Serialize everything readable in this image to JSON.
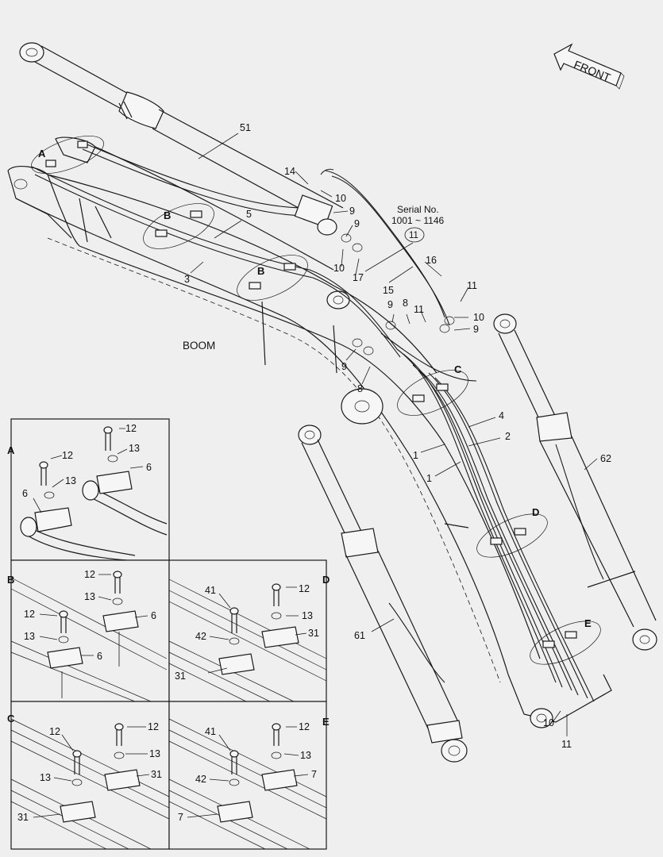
{
  "labels": {
    "boom": "BOOM",
    "front": "FRONT",
    "serial_line1": "Serial No.",
    "serial_line2": "1001 ~ 1146",
    "serial_ref": "11"
  },
  "main_callouts": {
    "c51": "51",
    "c14": "14",
    "c10a": "10",
    "c9a": "9",
    "c9b": "9",
    "c10b": "10",
    "c17": "17",
    "c15": "15",
    "c16": "16",
    "c11a": "11",
    "c9c": "9",
    "c8a": "8",
    "c11b": "11",
    "c10c": "10",
    "c9d": "9",
    "c9e": "9",
    "c8b": "8",
    "c5": "5",
    "c3": "3",
    "c4": "4",
    "c2": "2",
    "c1a": "1",
    "c1b": "1",
    "c62": "62",
    "c61": "61",
    "c10d": "10",
    "c11c": "11"
  },
  "detail_markers": {
    "A": "A",
    "B1": "B",
    "B2": "B",
    "C": "C",
    "D": "D",
    "E": "E"
  },
  "panels": {
    "A": {
      "letter": "A",
      "c12a": "12",
      "c12b": "12",
      "c13a": "13",
      "c13b": "13",
      "c6a": "6",
      "c6b": "6"
    },
    "B": {
      "letter": "B",
      "c12a": "12",
      "c12b": "12",
      "c13a": "13",
      "c13b": "13",
      "c6a": "6",
      "c6b": "6"
    },
    "D": {
      "letter": "D",
      "c41": "41",
      "c12": "12",
      "c13": "13",
      "c42": "42",
      "c31a": "31",
      "c31b": "31"
    },
    "C": {
      "letter": "C",
      "c12a": "12",
      "c12b": "12",
      "c13a": "13",
      "c13b": "13",
      "c31a": "31",
      "c31b": "31"
    },
    "E": {
      "letter": "E",
      "c41": "41",
      "c12": "12",
      "c13": "13",
      "c42": "42",
      "c7a": "7",
      "c7b": "7"
    }
  }
}
